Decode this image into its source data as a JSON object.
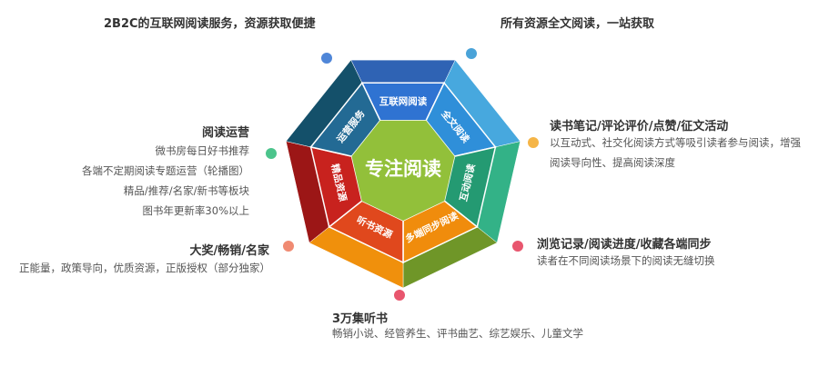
{
  "center": {
    "label": "专注阅读"
  },
  "inner_labels": [
    "互联网阅读",
    "全文阅读",
    "互动阅读",
    "多端同步阅读",
    "听书资源",
    "精品资源",
    "运营服务"
  ],
  "features": [
    {
      "id": "b2c",
      "title": "2B2C的互联网阅读服务，资源获取便捷",
      "lines": [],
      "dot_color": "#4f86d8"
    },
    {
      "id": "fulltext",
      "title": "所有资源全文阅读，一站获取",
      "lines": [],
      "dot_color": "#4aa3d8"
    },
    {
      "id": "notes",
      "title": "读书笔记/评论评价/点赞/征文活动",
      "lines": [
        "以互动式、社交化阅读方式等吸引读者参与阅读，增强",
        "阅读导向性、提高阅读深度"
      ],
      "dot_color": "#f5b547"
    },
    {
      "id": "sync",
      "title": "浏览记录/阅读进度/收藏各端同步",
      "lines": [
        "读者在不同阅读场景下的阅读无缝切换"
      ],
      "dot_color": "#e8566e"
    },
    {
      "id": "audio",
      "title": "3万集听书",
      "lines": [
        "畅销小说、经管养生、评书曲艺、综艺娱乐、儿童文学"
      ],
      "dot_color": "#e8566e"
    },
    {
      "id": "awards",
      "title": "大奖/畅销/名家",
      "lines": [
        "正能量，政策导向，优质资源，正版授权（部分独家）"
      ],
      "dot_color": "#f08a72"
    },
    {
      "id": "ops",
      "title": "阅读运营",
      "lines": [
        "微书房每日好书推荐",
        "各端不定期阅读专题运营（轮播图）",
        "精品/推荐/名家/新书等板块",
        "图书年更新率30%以上"
      ],
      "dot_color": "#4cc48c"
    }
  ]
}
